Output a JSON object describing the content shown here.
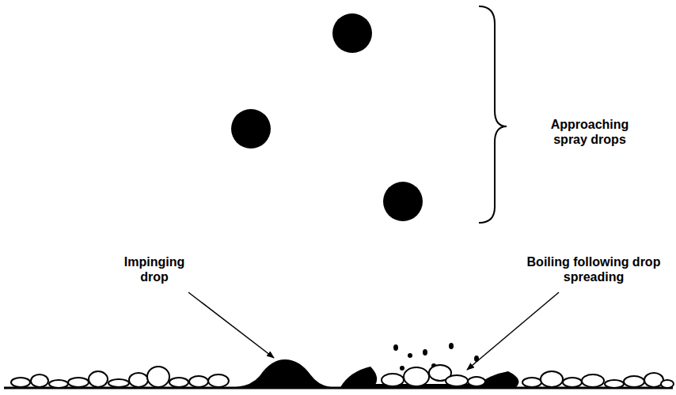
{
  "diagram": {
    "labels": [
      "Approaching spray drops",
      "Impinging drop",
      "Boiling following drop spreading"
    ]
  }
}
